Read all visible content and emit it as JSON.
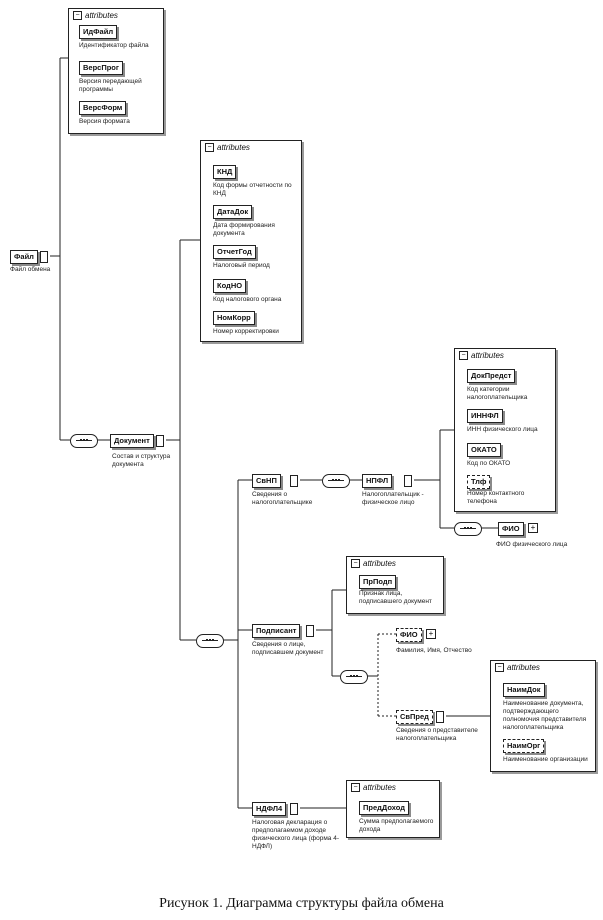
{
  "caption": "Рисунок 1. Диаграмма структуры файла обмена",
  "attributes_label": "attributes",
  "root": {
    "name": "Файл",
    "desc": "Файл обмена"
  },
  "file_attributes": [
    {
      "name": "ИдФайл",
      "desc": "Идентификатор файла"
    },
    {
      "name": "ВерсПрог",
      "desc": "Версия передающей программы"
    },
    {
      "name": "ВерсФорм",
      "desc": "Версия формата"
    }
  ],
  "document": {
    "name": "Документ",
    "desc": "Состав и структура документа"
  },
  "doc_attributes": [
    {
      "name": "КНД",
      "desc": "Код формы отчетности по КНД"
    },
    {
      "name": "ДатаДок",
      "desc": "Дата формирования документа"
    },
    {
      "name": "ОтчетГод",
      "desc": "Налоговый период"
    },
    {
      "name": "КодНО",
      "desc": "Код налогового органа"
    },
    {
      "name": "НомКорр",
      "desc": "Номер корректировки"
    }
  ],
  "svnp": {
    "name": "СвНП",
    "desc": "Сведения о налогоплательщике"
  },
  "npfl": {
    "name": "НПФЛ",
    "desc": "Налогоплательщик - физическое лицо"
  },
  "npfl_attributes": [
    {
      "name": "ДокПредст",
      "desc": "Код категории налогоплательщика"
    },
    {
      "name": "ИННФЛ",
      "desc": "ИНН физического лица"
    },
    {
      "name": "ОКАТО",
      "desc": "Код по ОКАТО"
    },
    {
      "name": "Тлф",
      "desc": "Номер контактного телефона"
    }
  ],
  "fio1": {
    "name": "ФИО",
    "desc": "ФИО физического лица"
  },
  "podpisant": {
    "name": "Подписант",
    "desc": "Сведения о лице, подписавшем документ"
  },
  "podp_attributes": [
    {
      "name": "ПрПодп",
      "desc": "Признак лица, подписавшего документ"
    }
  ],
  "fio2": {
    "name": "ФИО",
    "desc": "Фамилия, Имя, Отчество"
  },
  "svpred": {
    "name": "СвПред",
    "desc": "Сведения о представителе налогоплательщика"
  },
  "svpred_attributes": [
    {
      "name": "НаимДок",
      "desc": "Наименование документа, подтверждающего полномочия представителя налогоплательщика"
    },
    {
      "name": "НаимОрг",
      "desc": "Наименование организации"
    }
  ],
  "ndfl4": {
    "name": "НДФЛ4",
    "desc": "Налоговая декларация о предполагаемом доходе физического лица (форма 4-НДФЛ)"
  },
  "ndfl_attributes": [
    {
      "name": "ПредДоход",
      "desc": "Сумма предполагаемого дохода"
    }
  ]
}
